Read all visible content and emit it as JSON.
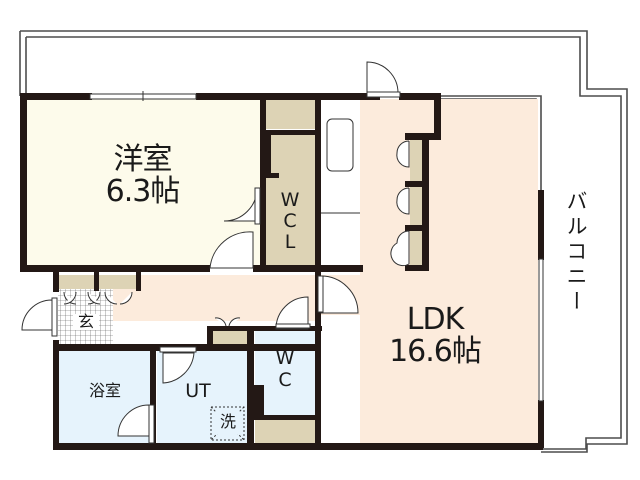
{
  "colors": {
    "wall": "#231815",
    "western_room": "#fdfbeb",
    "ldk": "#fcebdc",
    "bath_wc": "#e6f3fc",
    "closet": "#ddd3b5",
    "genkan_tile": "#ffffff",
    "balcony": "#ffffff",
    "outline": "#4d4d4d"
  },
  "rooms": {
    "western": {
      "name": "洋室",
      "size": "6.3帖"
    },
    "ldk": {
      "name": "LDK",
      "size": "16.6帖"
    },
    "wcl": {
      "l1": "W",
      "l2": "C",
      "l3": "L"
    },
    "wc": {
      "l1": "W",
      "l2": "C"
    },
    "bath": {
      "name": "浴室"
    },
    "ut": {
      "name": "UT"
    },
    "washer": {
      "name": "洗"
    },
    "genkan": {
      "name": "玄"
    },
    "balcony": {
      "name": "バルコニー"
    }
  }
}
